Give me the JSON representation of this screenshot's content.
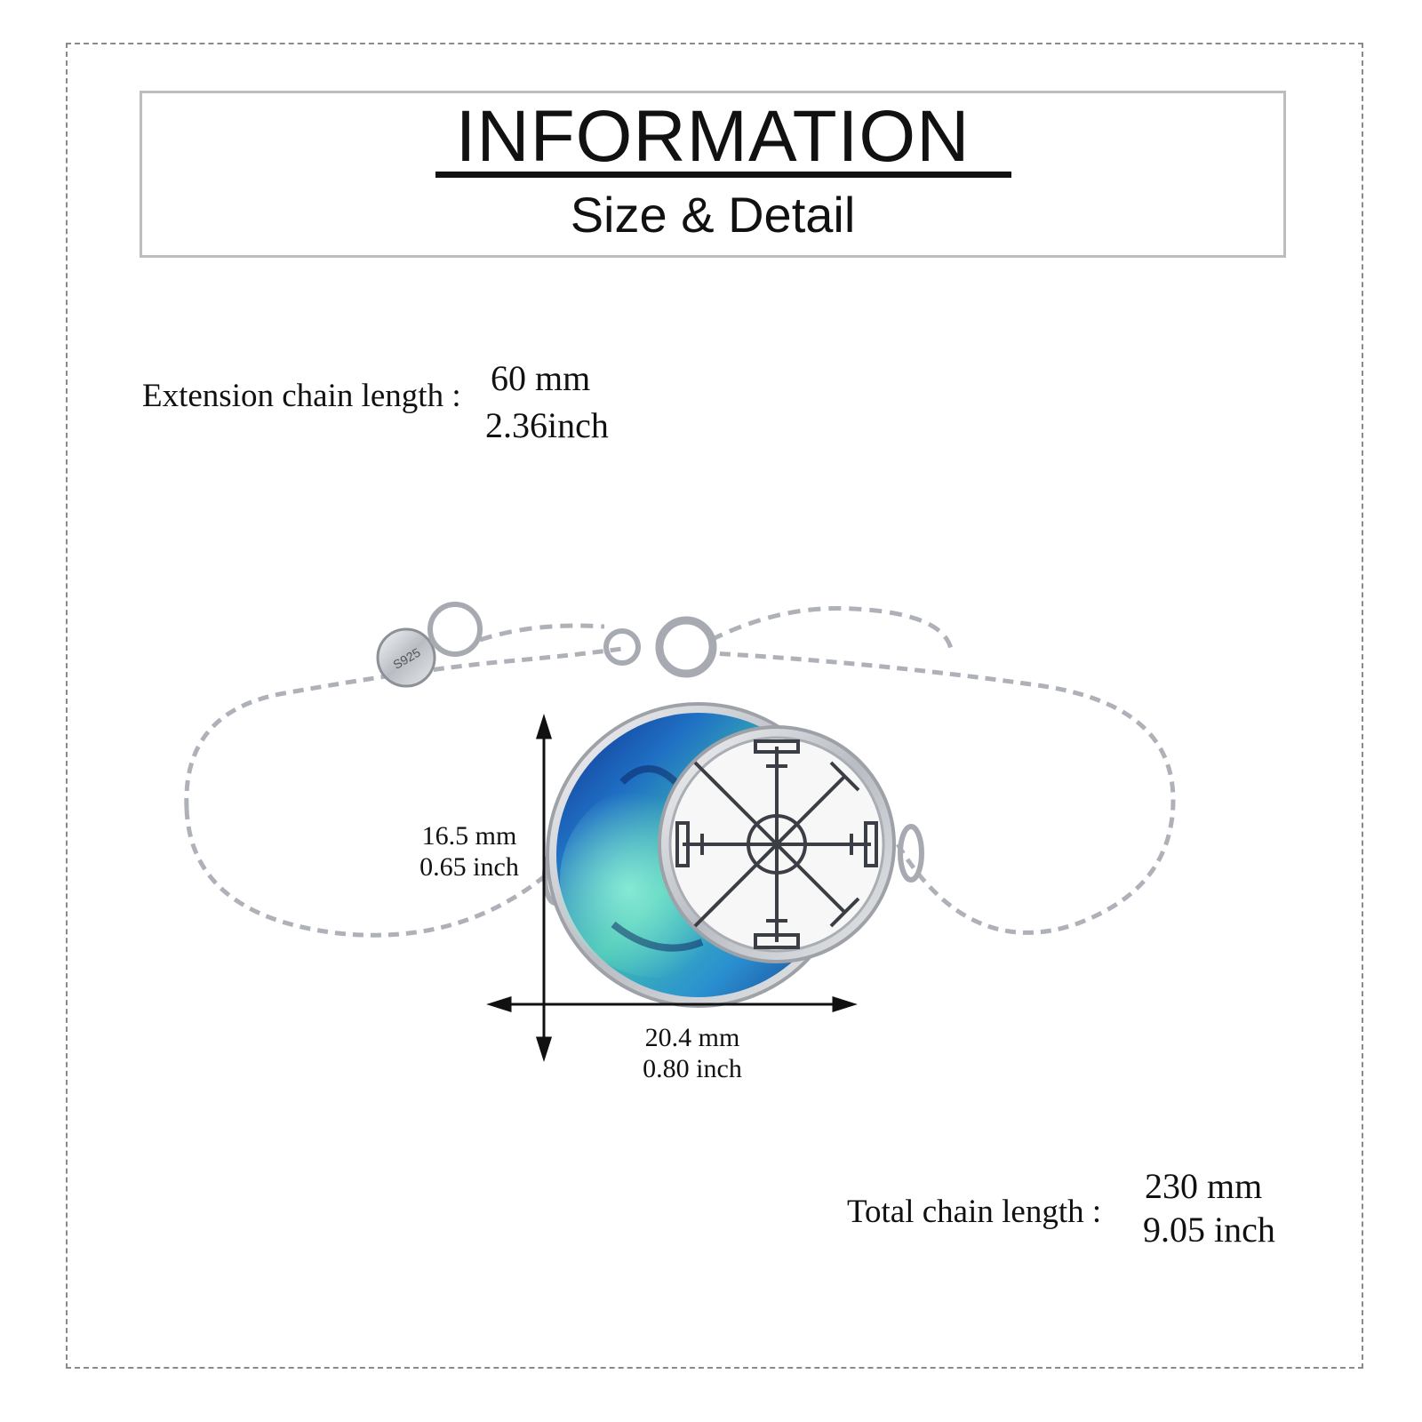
{
  "header": {
    "title": "INFORMATION",
    "subtitle": "Size & Detail"
  },
  "extension_chain": {
    "label": "Extension chain length :",
    "value_mm": "60 mm",
    "value_inch": "2.36inch"
  },
  "pendant": {
    "height_mm": "16.5 mm",
    "height_inch": "0.65 inch",
    "width_mm": "20.4 mm",
    "width_inch": "0.80 inch",
    "tag_text": "S925"
  },
  "total_chain": {
    "label": "Total chain length :",
    "value_mm": "230 mm",
    "value_inch": "9.05 inch"
  },
  "colors": {
    "silver": "#c9ccd1",
    "shell_blue": "#1f6fc4",
    "shell_teal": "#3fc0b0",
    "ink": "#111111"
  }
}
